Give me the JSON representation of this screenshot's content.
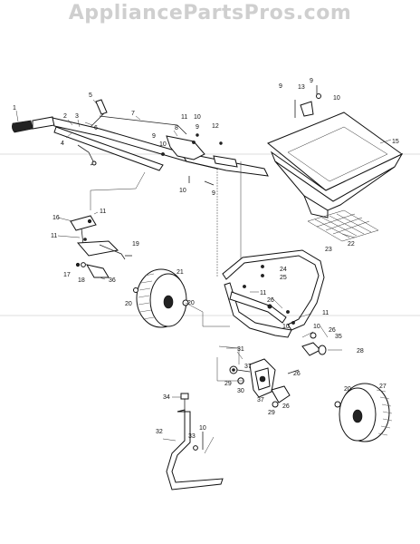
{
  "watermark": "AppliancePartsPros.com",
  "callouts": {
    "c1": "1",
    "c2": "2",
    "c3": "3",
    "c4": "4",
    "c5": "5",
    "c6": "6",
    "c7": "7",
    "c8": "8",
    "c9a": "9",
    "c9b": "9",
    "c9c": "9",
    "c9d": "9",
    "c9e": "9",
    "c10a": "10",
    "c10b": "10",
    "c10c": "10",
    "c10d": "10",
    "c10e": "10",
    "c10f": "10",
    "c10g": "10",
    "c11a": "11",
    "c11b": "11",
    "c11c": "11",
    "c11d": "11",
    "c11e": "11",
    "c12": "12",
    "c13": "13",
    "c15": "15",
    "c16": "16",
    "c17": "17",
    "c18": "18",
    "c19": "19",
    "c20a": "20",
    "c20b": "20",
    "c20c": "20",
    "c21": "21",
    "c22": "22",
    "c23": "23",
    "c24": "24",
    "c25": "25",
    "c26a": "26",
    "c26b": "26",
    "c26c": "26",
    "c26d": "26",
    "c27": "27",
    "c28": "28",
    "c29a": "29",
    "c29b": "29",
    "c30": "30",
    "c31": "31",
    "c32": "32",
    "c33": "33",
    "c34": "34",
    "c35": "35",
    "c36": "36",
    "c37a": "37",
    "c37b": "37"
  }
}
